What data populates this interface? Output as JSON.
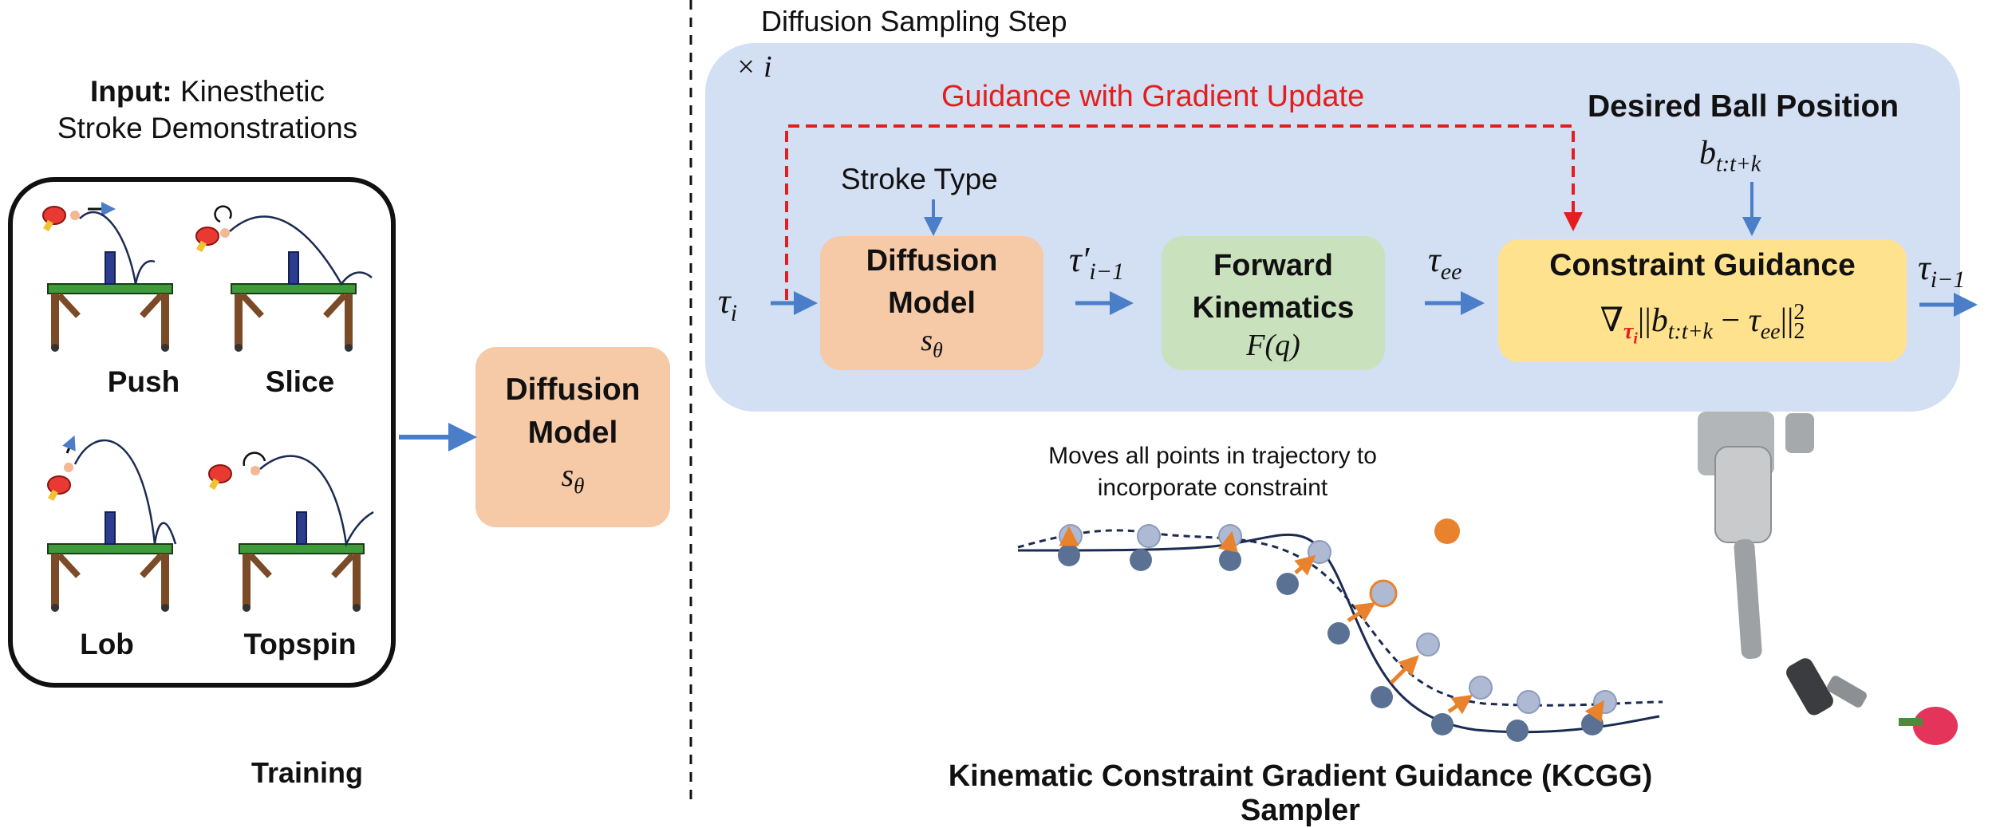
{
  "colors": {
    "panel": "#d3dff2",
    "diffusion_box": "#f6c9a7",
    "kinematics_box": "#c9e2bd",
    "guidance_box": "#ffe28e",
    "arrow_blue": "#4a7ec9",
    "guidance_red": "#e41e1e",
    "trajectory_point": "#5a7194",
    "orange": "#e9822d",
    "table_green": "#3f9a3a",
    "table_leg": "#7b4a26",
    "net_blue": "#2c3d8e"
  },
  "left": {
    "title_bold": "Input:",
    "title_rest": "Kinesthetic",
    "title_line2": "Stroke Demonstrations",
    "strokes": [
      "Push",
      "Slice",
      "Lob",
      "Topspin"
    ],
    "caption": "Training"
  },
  "middle_model": {
    "line1": "Diffusion",
    "line2": "Model",
    "symbol": "s",
    "symbol_sub": "θ"
  },
  "right": {
    "title": "Diffusion Sampling Step",
    "repeat_label": "× i",
    "guidance_label": "Guidance with Gradient Update",
    "desired_ball": "Desired Ball Position",
    "ball_symbol": "b",
    "ball_sub": "t:t+k",
    "stroke_type": "Stroke Type",
    "tau_i": "τ",
    "tau_i_sub": "i",
    "tau_prime": "τ′",
    "tau_prime_sub": "i−1",
    "tau_ee": "τ",
    "tau_ee_sub": "ee",
    "tau_out": "τ",
    "tau_out_sub": "i−1",
    "diffusion": {
      "line1": "Diffusion",
      "line2": "Model",
      "symbol": "s",
      "symbol_sub": "θ"
    },
    "kinematics": {
      "line1": "Forward",
      "line2": "Kinematics",
      "formula": "F(q)"
    },
    "constraint": {
      "title": "Constraint Guidance",
      "nabla": "∇",
      "grad_var": "τ",
      "grad_var_sub": "i",
      "norm_open": "||",
      "b": "b",
      "b_sub": "t:t+k",
      "minus": " − ",
      "tau": "τ",
      "tau_sub": "ee",
      "norm_close": "||",
      "power": "2",
      "subscript": "2"
    },
    "trajectory_note_line1": "Moves all points in trajectory to",
    "trajectory_note_line2": "incorporate constraint",
    "caption": "Kinematic Constraint Gradient Guidance (KCGG) Sampler"
  }
}
